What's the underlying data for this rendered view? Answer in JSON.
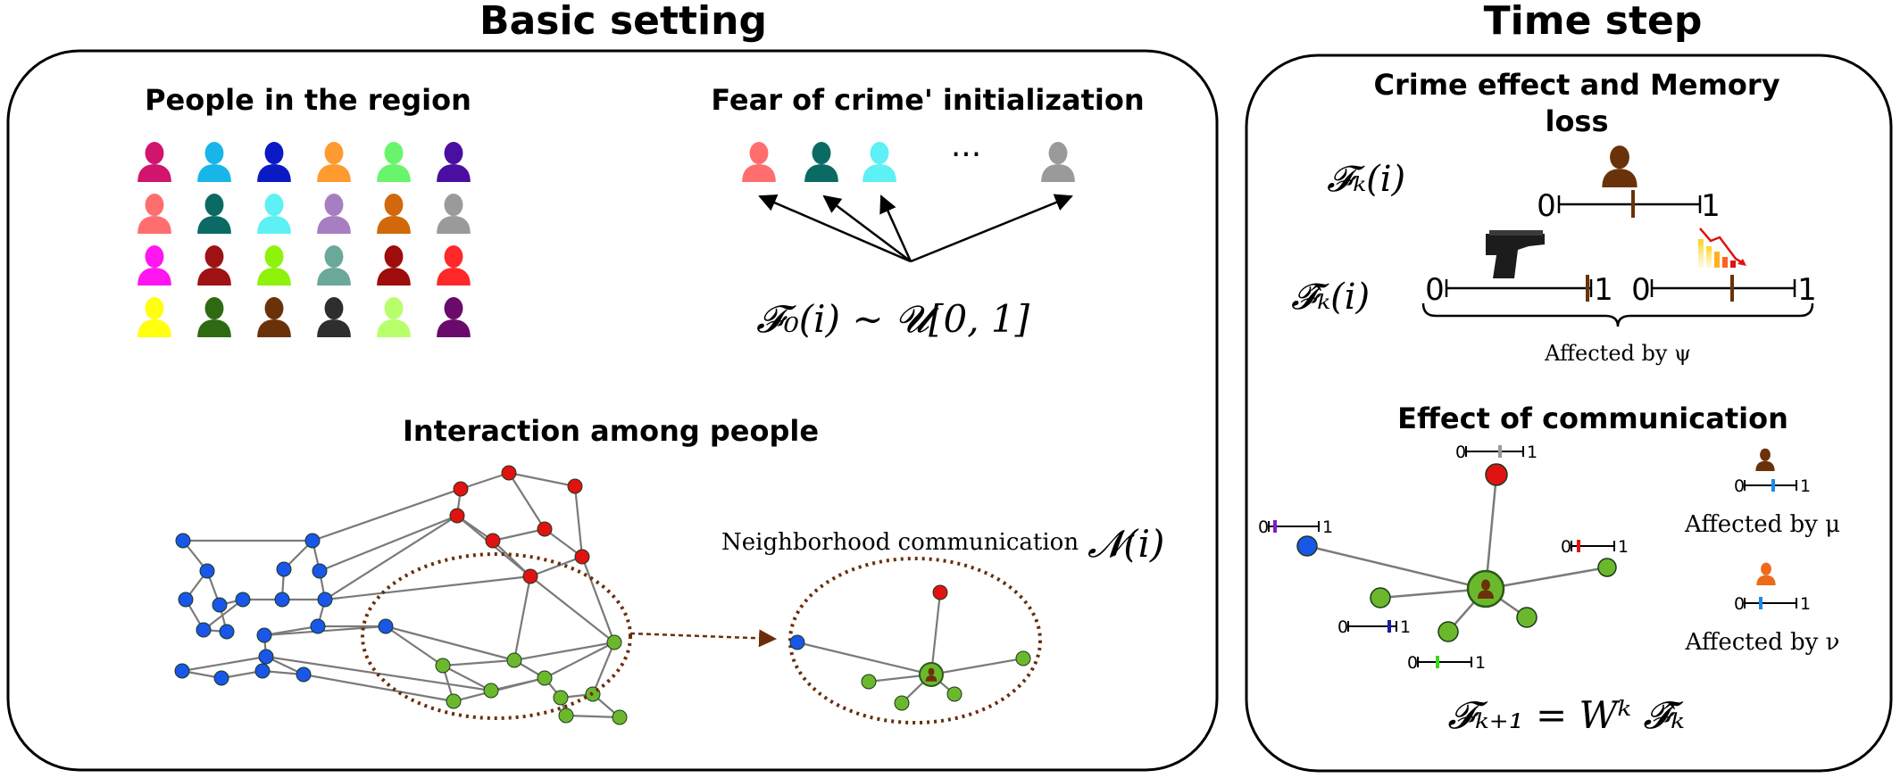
{
  "panels": {
    "basic": {
      "title": "Basic setting",
      "people": {
        "title": "People in the region",
        "colors": [
          [
            "#d1146e",
            "#18b6e8",
            "#0a1ac4",
            "#ff9a30",
            "#68f56c",
            "#4a0ea0"
          ],
          [
            "#ff6e6e",
            "#0b6b64",
            "#5df0f5",
            "#a77ec2",
            "#d1680c",
            "#9a9a9a"
          ],
          [
            "#ff16f0",
            "#9e1214",
            "#8ef20b",
            "#6aa89a",
            "#9e0c0c",
            "#ff2828"
          ],
          [
            "#ffff0e",
            "#2d6a12",
            "#6a3208",
            "#2e2e2e",
            "#b8ff6c",
            "#6a0a6a"
          ]
        ]
      },
      "fear": {
        "title": "Fear of crime' initialization",
        "ellipsis": "···",
        "colors": [
          "#ff6e6e",
          "#0b6b64",
          "#5df0f5",
          "#9a9a9a"
        ],
        "formula": "𝓕₀(i) ∼ 𝓤[0, 1]"
      },
      "interaction": {
        "title": "Interaction among people",
        "neighborhood_label": "Neighborhood communication",
        "neighborhood_symbol": "𝓝(i)"
      }
    },
    "time": {
      "title": "Time step",
      "crime": {
        "title_line1": "Crime effect and Memory",
        "title_line2": "loss",
        "fk_label": "𝓕ₖ(i)",
        "fk_hat_label": "𝓕̂ₖ(i)",
        "affected_psi": "Affected by ψ",
        "tick_zero": "0",
        "tick_one": "1"
      },
      "communication": {
        "title": "Effect of communication",
        "affected_mu": "Affected by μ",
        "affected_nu": "Affected by ν",
        "update_formula": "𝓕ₖ₊₁ = Wᵏ 𝓕̂ₖ",
        "tick_zero": "0",
        "tick_one": "1"
      }
    }
  },
  "colors": {
    "node_blue": "#1a56e8",
    "node_red": "#e01212",
    "node_green": "#6cb82c",
    "edge": "#7a7a7a",
    "ellipse": "#6a2e0a",
    "person_brown": "#6a3208",
    "person_orange": "#ee6a1a"
  }
}
